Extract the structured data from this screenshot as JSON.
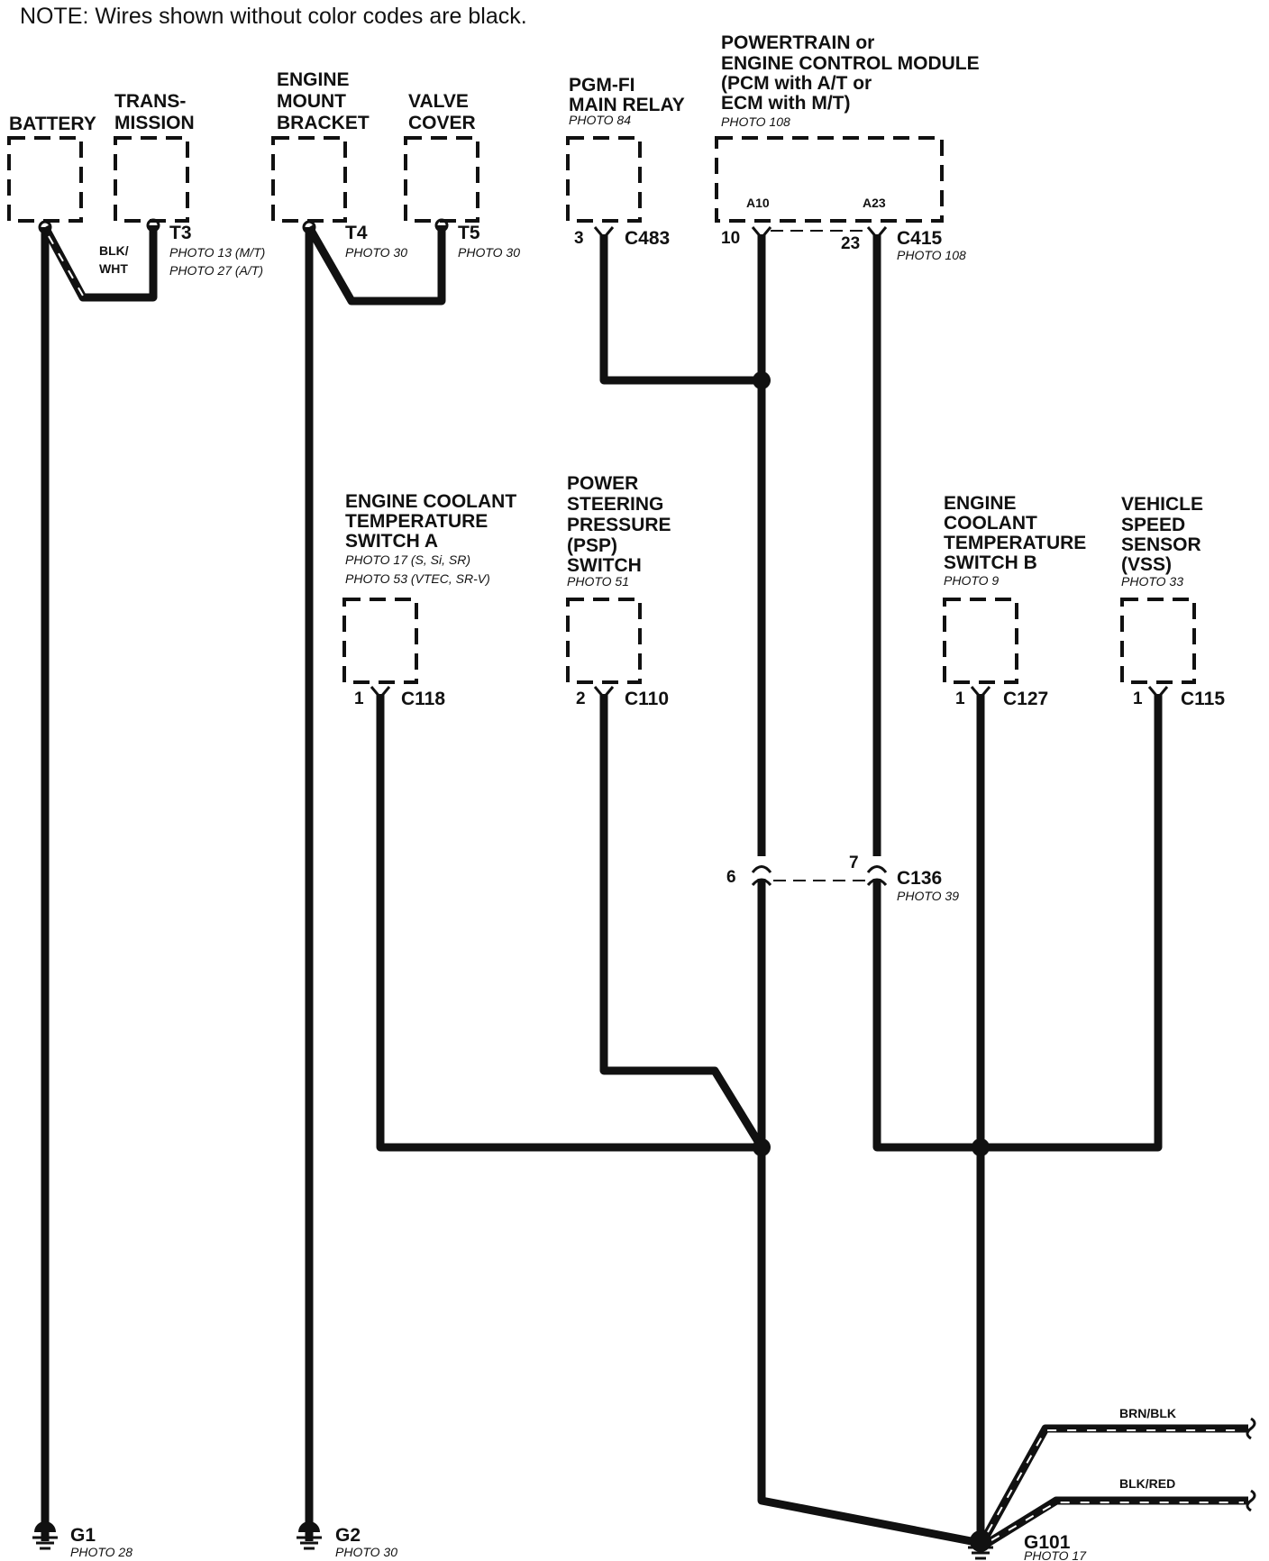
{
  "note": "NOTE: Wires shown without color codes are black.",
  "components": {
    "battery": {
      "lines": [
        "BATTERY"
      ]
    },
    "transmission": {
      "lines": [
        "TRANS-",
        "MISSION"
      ]
    },
    "engine_mount": {
      "lines": [
        "ENGINE",
        "MOUNT",
        "BRACKET"
      ]
    },
    "valve_cover": {
      "lines": [
        "VALVE",
        "COVER"
      ]
    },
    "pgm_fi": {
      "lines": [
        "PGM-FI",
        "MAIN RELAY"
      ],
      "photo": [
        "PHOTO 84"
      ]
    },
    "pcm": {
      "lines": [
        "POWERTRAIN or",
        "ENGINE CONTROL MODULE",
        "(PCM with A/T or",
        "ECM with M/T)"
      ],
      "photo": [
        "PHOTO 108"
      ],
      "pin_a": "A10",
      "pin_b": "A23"
    },
    "ect_a": {
      "lines": [
        "ENGINE COOLANT",
        "TEMPERATURE",
        "SWITCH A"
      ],
      "photo": [
        "PHOTO 17 (S, Si, SR)",
        "PHOTO 53 (VTEC, SR-V)"
      ]
    },
    "psp": {
      "lines": [
        "POWER",
        "STEERING",
        "PRESSURE",
        "(PSP)",
        "SWITCH"
      ],
      "photo": [
        "PHOTO 51"
      ]
    },
    "ect_b": {
      "lines": [
        "ENGINE",
        "COOLANT",
        "TEMPERATURE",
        "SWITCH B"
      ],
      "photo": [
        "PHOTO 9"
      ]
    },
    "vss": {
      "lines": [
        "VEHICLE",
        "SPEED",
        "SENSOR",
        "(VSS)"
      ],
      "photo": [
        "PHOTO 33"
      ]
    }
  },
  "terminals": {
    "t3": {
      "name": "T3",
      "photo": [
        "PHOTO 13 (M/T)",
        "PHOTO 27 (A/T)"
      ]
    },
    "t4": {
      "name": "T4",
      "photo": [
        "PHOTO 30"
      ]
    },
    "t5": {
      "name": "T5",
      "photo": [
        "PHOTO 30"
      ]
    }
  },
  "wire_color": {
    "line1": "BLK/",
    "line2": "WHT"
  },
  "connectors": {
    "c483": {
      "name": "C483",
      "pin": "3"
    },
    "c415": {
      "name": "C415",
      "pin_a": "10",
      "pin_b": "23",
      "photo": "PHOTO 108"
    },
    "c118": {
      "name": "C118",
      "pin": "1"
    },
    "c110": {
      "name": "C110",
      "pin": "2"
    },
    "c127": {
      "name": "C127",
      "pin": "1"
    },
    "c115": {
      "name": "C115",
      "pin": "1"
    },
    "c136": {
      "name": "C136",
      "pin_a": "6",
      "pin_b": "7",
      "photo": "PHOTO 39"
    }
  },
  "grounds": {
    "g1": {
      "name": "G1",
      "photo": "PHOTO 28"
    },
    "g2": {
      "name": "G2",
      "photo": "PHOTO 30"
    },
    "g101": {
      "name": "G101",
      "photo": "PHOTO 17"
    }
  },
  "branch_wires": {
    "upper": "BRN/BLK",
    "lower": "BLK/RED"
  }
}
